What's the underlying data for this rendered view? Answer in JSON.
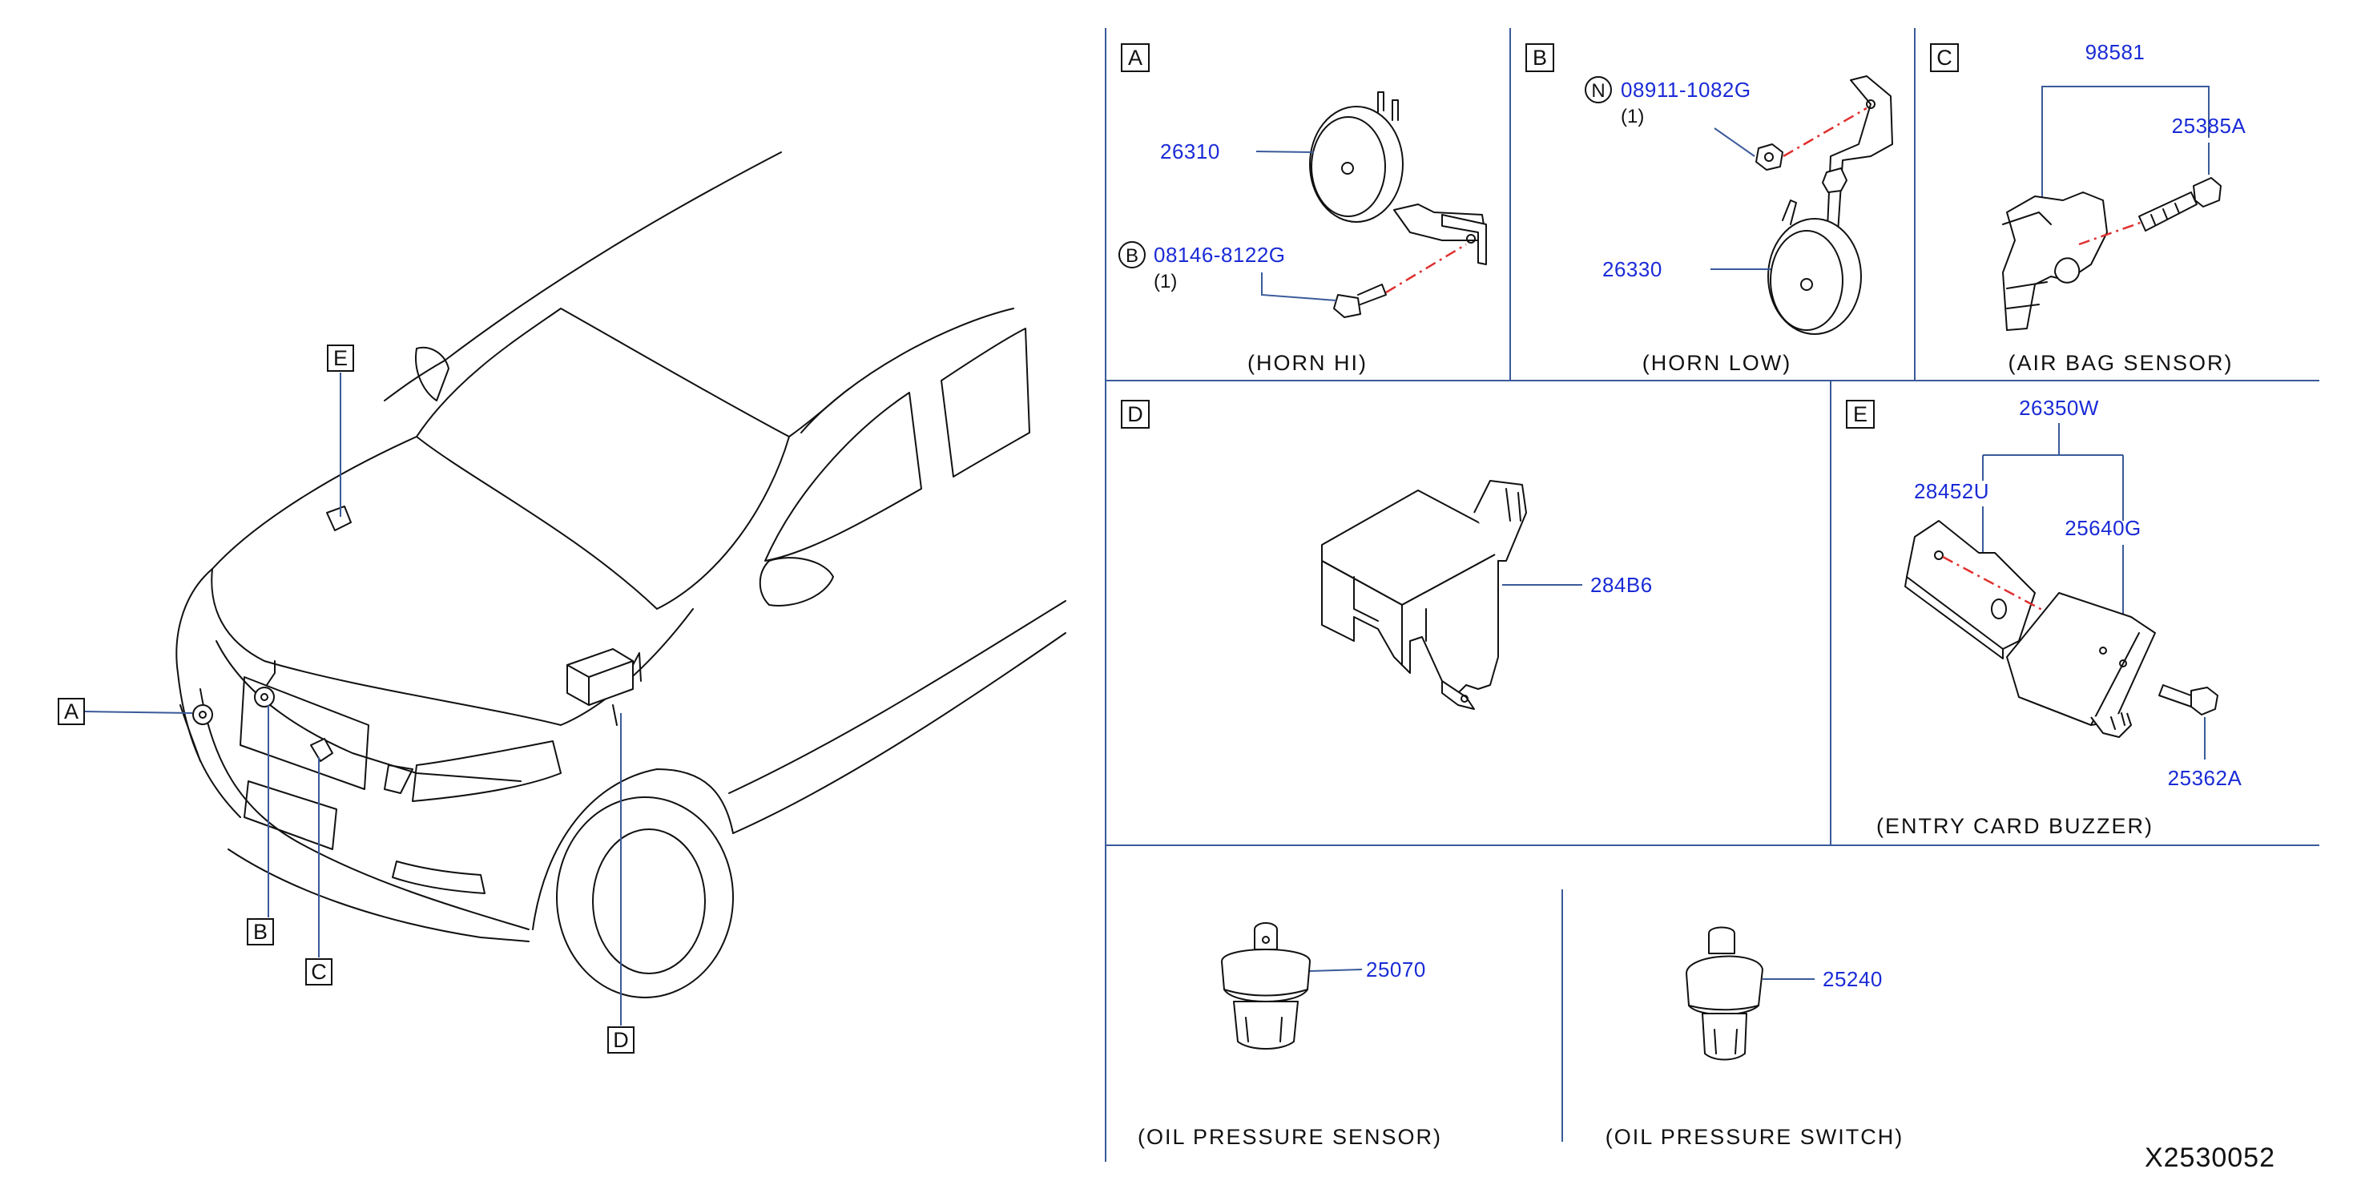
{
  "overview": {
    "callouts": [
      "A",
      "B",
      "C",
      "D",
      "E"
    ]
  },
  "panels": {
    "A": {
      "letter": "A",
      "caption": "(HORN   HI)",
      "parts": [
        {
          "number": "26310"
        },
        {
          "circle": "B",
          "number": "08146-8122G",
          "qty": "(1)"
        }
      ]
    },
    "B": {
      "letter": "B",
      "caption": "(HORN   LOW)",
      "parts": [
        {
          "circle": "N",
          "number": "08911-1082G",
          "qty": "(1)"
        },
        {
          "number": "26330"
        }
      ]
    },
    "C": {
      "letter": "C",
      "caption": "(AIR   BAG   SENSOR)",
      "parts": [
        {
          "number": "98581"
        },
        {
          "number": "25385A"
        }
      ]
    },
    "D": {
      "letter": "D",
      "parts": [
        {
          "number": "284B6"
        }
      ]
    },
    "E": {
      "letter": "E",
      "caption": "(ENTRY   CARD   BUZZER)",
      "parts": [
        {
          "number": "26350W"
        },
        {
          "number": "28452U"
        },
        {
          "number": "25640G"
        },
        {
          "number": "25362A"
        }
      ]
    },
    "oil_sensor": {
      "caption": "(OIL   PRESSURE   SENSOR)",
      "parts": [
        {
          "number": "25070"
        }
      ]
    },
    "oil_switch": {
      "caption": "(OIL   PRESSURE   SWITCH)",
      "parts": [
        {
          "number": "25240"
        }
      ]
    }
  },
  "diagram_code": "X2530052",
  "colors": {
    "part_number": "#1a2bd6",
    "frame_line": "#3a5a9a",
    "centerline": "#e03030",
    "ink": "#111111"
  }
}
